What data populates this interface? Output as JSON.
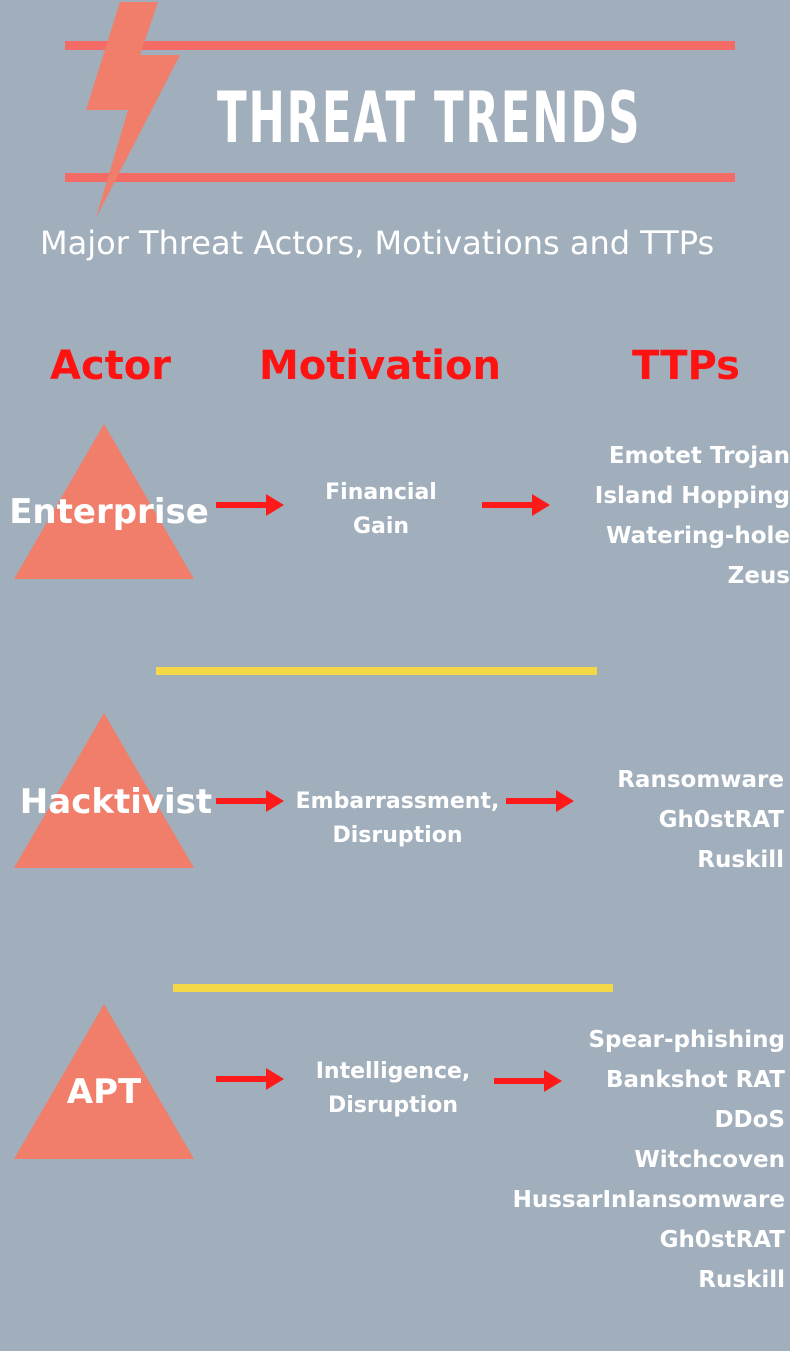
{
  "header": {
    "title": "THREAT TRENDS",
    "subtitle": "Major Threat Actors, Motivations and TTPs"
  },
  "columns": {
    "actor": "Actor",
    "motivation": "Motivation",
    "ttps": "TTPs"
  },
  "colors": {
    "background": "#a1aebb",
    "accent_coral": "#f07e6b",
    "rule_red": "#f36b64",
    "header_red": "#ff1212",
    "arrow_red": "#ff1a1a",
    "divider_yellow": "#f5d848",
    "text_white": "#ffffff"
  },
  "rows": [
    {
      "actor": "Enterprise",
      "motivation": [
        "Financial",
        "Gain"
      ],
      "ttps": [
        "Emotet Trojan",
        "Island Hopping",
        "Watering-hole",
        "Zeus"
      ]
    },
    {
      "actor": "Hacktivist",
      "motivation": [
        "Embarrassment,",
        "Disruption"
      ],
      "ttps": [
        "Ransomware",
        "Gh0stRAT",
        "Ruskill"
      ]
    },
    {
      "actor": "APT",
      "motivation": [
        "Intelligence,",
        "Disruption"
      ],
      "ttps": [
        "Spear-phishing",
        "Bankshot RAT",
        "DDoS",
        "Witchcoven",
        "HussarInIansomware",
        "Gh0stRAT",
        "Ruskill"
      ]
    }
  ],
  "icons": {
    "header": "lightning-bolt-icon",
    "actor": "triangle-icon",
    "flow": "right-arrow-icon"
  }
}
